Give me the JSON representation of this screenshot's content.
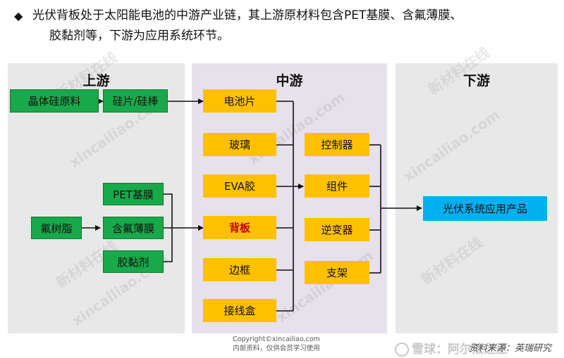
{
  "heading": {
    "bullet": "◆",
    "line1": "光伏背板处于太阳能电池的中游产业链，其上游原材料包含PET基膜、含氟薄膜、",
    "line2": "胶黏剂等，下游为应用系统环节。"
  },
  "panels": {
    "upstream": "上游",
    "midstream": "中游",
    "downstream": "下游"
  },
  "upstream_nodes": {
    "raw_silicon": "晶体硅原料",
    "wafer": "硅片/硅棒",
    "pet": "PET基膜",
    "fluororesin": "氟树脂",
    "fluoro_film": "含氟薄膜",
    "adhesive": "胶黏剂"
  },
  "mid_nodes": {
    "cell": "电池片",
    "glass": "玻璃",
    "eva": "EVA胶",
    "backsheet": "背板",
    "frame": "边框",
    "junction_box": "接线盒",
    "controller": "控制器",
    "module": "组件",
    "inverter": "逆变器",
    "bracket": "支架"
  },
  "down_nodes": {
    "pv_products": "光伏系统应用产品"
  },
  "colors": {
    "upstream_box": "#19a84a",
    "mid_box": "#ffc000",
    "down_box": "#00b0f0",
    "highlight_text": "#c00000"
  },
  "watermarks": {
    "cn": "新材料在线",
    "url": "xincailiao.com"
  },
  "footer": {
    "copyright": "Copyright©xincailiao.com",
    "internal": "内部资料，仅供会员学习使用",
    "source": "资料来源：英瑞研究",
    "xueqiu": "雪球：阿尔法之王"
  }
}
